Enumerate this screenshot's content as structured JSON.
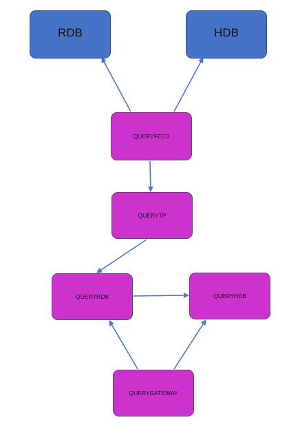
{
  "diagram": {
    "colors": {
      "blue_node": "#4472c4",
      "magenta_node": "#cc33cc",
      "arrow": "#4a77c4"
    },
    "nodes": {
      "rdb": "RDB",
      "hdb": "HDB",
      "queryfeed": "QUERYFEED",
      "querytp": "QUERYTP",
      "queryrdb": "QUERYRDB",
      "queryhdb": "QUERYHDB",
      "querygateway": "QUERYGATEWAY"
    },
    "edges": [
      {
        "from": "queryfeed",
        "to": "rdb"
      },
      {
        "from": "queryfeed",
        "to": "hdb"
      },
      {
        "from": "queryfeed",
        "to": "querytp"
      },
      {
        "from": "querytp",
        "to": "queryrdb"
      },
      {
        "from": "queryrdb",
        "to": "queryhdb"
      },
      {
        "from": "querygateway",
        "to": "queryrdb"
      },
      {
        "from": "querygateway",
        "to": "queryhdb"
      }
    ]
  }
}
